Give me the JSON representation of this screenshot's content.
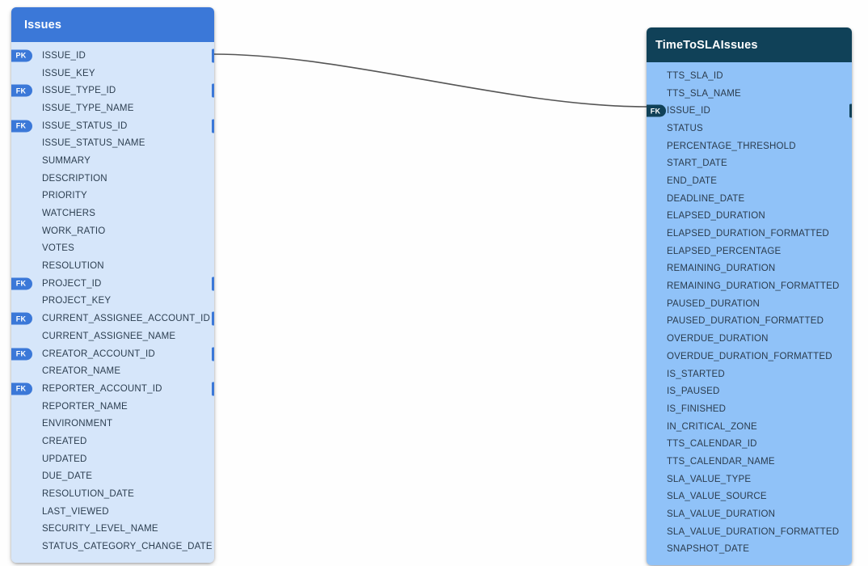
{
  "diagram": {
    "type": "entity-relationship-diagram",
    "background_color": "#fefefe",
    "relationship": {
      "from_entity": "Issues",
      "from_field": "ISSUE_ID",
      "to_entity": "TimeToSLAIssues",
      "to_field": "ISSUE_ID",
      "line_color": "#555555"
    }
  },
  "entities": [
    {
      "name": "Issues",
      "header_color": "#3B78D8",
      "body_color": "#D6E6FA",
      "title_color": "#ffffff",
      "text_color": "#2C3E50",
      "fields": [
        {
          "key": "PK",
          "name": "ISSUE_ID",
          "port": true
        },
        {
          "key": "",
          "name": "ISSUE_KEY",
          "port": false
        },
        {
          "key": "FK",
          "name": "ISSUE_TYPE_ID",
          "port": true
        },
        {
          "key": "",
          "name": "ISSUE_TYPE_NAME",
          "port": false
        },
        {
          "key": "FK",
          "name": "ISSUE_STATUS_ID",
          "port": true
        },
        {
          "key": "",
          "name": "ISSUE_STATUS_NAME",
          "port": false
        },
        {
          "key": "",
          "name": "SUMMARY",
          "port": false
        },
        {
          "key": "",
          "name": "DESCRIPTION",
          "port": false
        },
        {
          "key": "",
          "name": "PRIORITY",
          "port": false
        },
        {
          "key": "",
          "name": "WATCHERS",
          "port": false
        },
        {
          "key": "",
          "name": "WORK_RATIO",
          "port": false
        },
        {
          "key": "",
          "name": "VOTES",
          "port": false
        },
        {
          "key": "",
          "name": "RESOLUTION",
          "port": false
        },
        {
          "key": "FK",
          "name": "PROJECT_ID",
          "port": true
        },
        {
          "key": "",
          "name": "PROJECT_KEY",
          "port": false
        },
        {
          "key": "FK",
          "name": "CURRENT_ASSIGNEE_ACCOUNT_ID",
          "port": true
        },
        {
          "key": "",
          "name": "CURRENT_ASSIGNEE_NAME",
          "port": false
        },
        {
          "key": "FK",
          "name": "CREATOR_ACCOUNT_ID",
          "port": true
        },
        {
          "key": "",
          "name": "CREATOR_NAME",
          "port": false
        },
        {
          "key": "FK",
          "name": "REPORTER_ACCOUNT_ID",
          "port": true
        },
        {
          "key": "",
          "name": "REPORTER_NAME",
          "port": false
        },
        {
          "key": "",
          "name": "ENVIRONMENT",
          "port": false
        },
        {
          "key": "",
          "name": "CREATED",
          "port": false
        },
        {
          "key": "",
          "name": "UPDATED",
          "port": false
        },
        {
          "key": "",
          "name": "DUE_DATE",
          "port": false
        },
        {
          "key": "",
          "name": "RESOLUTION_DATE",
          "port": false
        },
        {
          "key": "",
          "name": "LAST_VIEWED",
          "port": false
        },
        {
          "key": "",
          "name": "SECURITY_LEVEL_NAME",
          "port": false
        },
        {
          "key": "",
          "name": "STATUS_CATEGORY_CHANGE_DATE",
          "port": false
        }
      ]
    },
    {
      "name": "TimeToSLAIssues",
      "header_color": "#104158",
      "body_color": "#90C2F8",
      "title_color": "#ffffff",
      "text_color": "#2A3B4D",
      "fields": [
        {
          "key": "",
          "name": "TTS_SLA_ID",
          "port": false
        },
        {
          "key": "",
          "name": "TTS_SLA_NAME",
          "port": false
        },
        {
          "key": "FK",
          "name": "ISSUE_ID",
          "port": true
        },
        {
          "key": "",
          "name": "STATUS",
          "port": false
        },
        {
          "key": "",
          "name": "PERCENTAGE_THRESHOLD",
          "port": false
        },
        {
          "key": "",
          "name": "START_DATE",
          "port": false
        },
        {
          "key": "",
          "name": "END_DATE",
          "port": false
        },
        {
          "key": "",
          "name": "DEADLINE_DATE",
          "port": false
        },
        {
          "key": "",
          "name": "ELAPSED_DURATION",
          "port": false
        },
        {
          "key": "",
          "name": "ELAPSED_DURATION_FORMATTED",
          "port": false
        },
        {
          "key": "",
          "name": "ELAPSED_PERCENTAGE",
          "port": false
        },
        {
          "key": "",
          "name": "REMAINING_DURATION",
          "port": false
        },
        {
          "key": "",
          "name": "REMAINING_DURATION_FORMATTED",
          "port": false
        },
        {
          "key": "",
          "name": "PAUSED_DURATION",
          "port": false
        },
        {
          "key": "",
          "name": "PAUSED_DURATION_FORMATTED",
          "port": false
        },
        {
          "key": "",
          "name": "OVERDUE_DURATION",
          "port": false
        },
        {
          "key": "",
          "name": "OVERDUE_DURATION_FORMATTED",
          "port": false
        },
        {
          "key": "",
          "name": "IS_STARTED",
          "port": false
        },
        {
          "key": "",
          "name": "IS_PAUSED",
          "port": false
        },
        {
          "key": "",
          "name": "IS_FINISHED",
          "port": false
        },
        {
          "key": "",
          "name": "IN_CRITICAL_ZONE",
          "port": false
        },
        {
          "key": "",
          "name": "TTS_CALENDAR_ID",
          "port": false
        },
        {
          "key": "",
          "name": "TTS_CALENDAR_NAME",
          "port": false
        },
        {
          "key": "",
          "name": "SLA_VALUE_TYPE",
          "port": false
        },
        {
          "key": "",
          "name": "SLA_VALUE_SOURCE",
          "port": false
        },
        {
          "key": "",
          "name": "SLA_VALUE_DURATION",
          "port": false
        },
        {
          "key": "",
          "name": "SLA_VALUE_DURATION_FORMATTED",
          "port": false
        },
        {
          "key": "",
          "name": "SNAPSHOT_DATE",
          "port": false
        }
      ]
    }
  ]
}
